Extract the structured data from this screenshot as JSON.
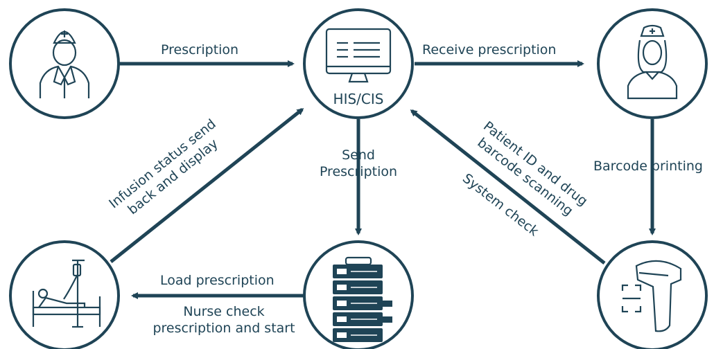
{
  "nodes": {
    "doctor": {
      "icon": "doctor-icon"
    },
    "his": {
      "icon": "computer-monitor-icon",
      "label": "HIS/CIS"
    },
    "nurse": {
      "icon": "nurse-icon"
    },
    "scanner": {
      "icon": "barcode-scanner-icon"
    },
    "pump": {
      "icon": "infusion-pump-stack-icon"
    },
    "patient": {
      "icon": "patient-bed-iv-icon"
    }
  },
  "edges": {
    "prescription": "Prescription",
    "receive_prescription": "Receive prescription",
    "barcode_printing": "Barcode printing",
    "send_line1": "Send",
    "send_line2": "Prescription",
    "scan_line1": "Patient ID and drug",
    "scan_line2": "barcode scanning",
    "system_check": "System check",
    "load_prescription": "Load prescription",
    "nurse_check_line1": "Nurse check",
    "nurse_check_line2": "prescription and start",
    "infusion_line1": "Infusion status send",
    "infusion_line2": "back and display"
  },
  "colors": {
    "primary": "#1f4456",
    "background": "#ffffff"
  }
}
